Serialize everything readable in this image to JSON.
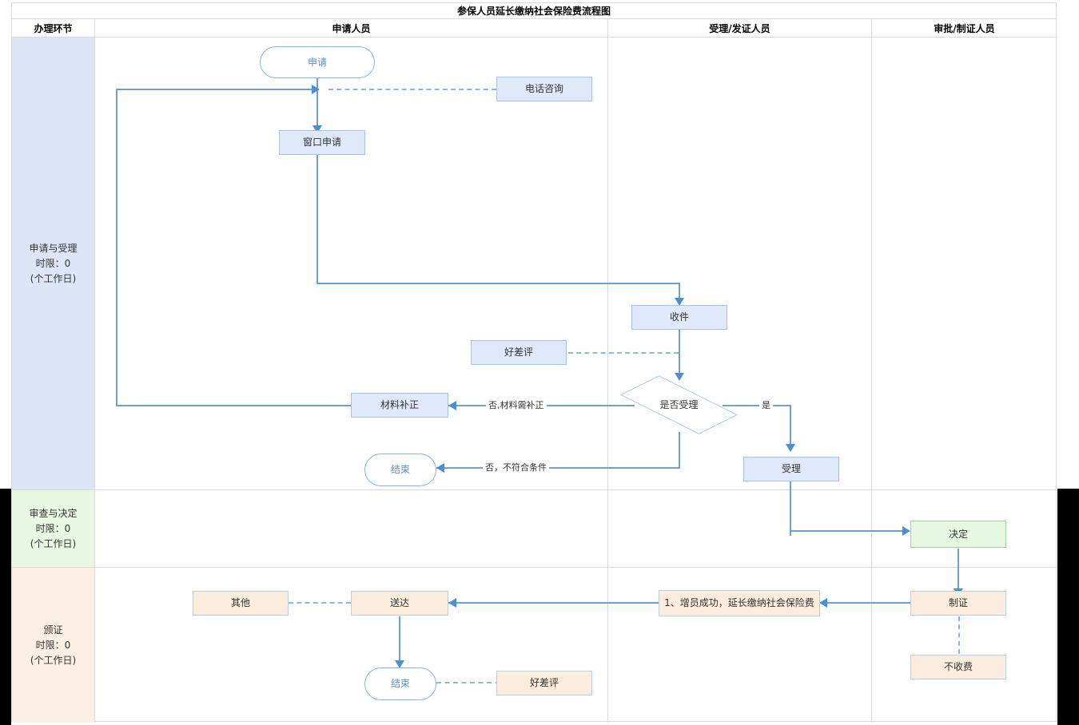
{
  "title": "参保人员延长缴纳社会保险费流程图",
  "columns": [
    {
      "key": "stage",
      "label": "办理环节"
    },
    {
      "key": "apply",
      "label": "申请人员"
    },
    {
      "key": "accept",
      "label": "受理/发证人员"
    },
    {
      "key": "approve",
      "label": "审批/制证人员"
    }
  ],
  "stages": [
    {
      "name": "申请与受理",
      "limit": "时限：0",
      "unit": "(个工作日)",
      "color": "#dde6f7"
    },
    {
      "name": "审查与决定",
      "limit": "时限：0",
      "unit": "(个工作日)",
      "color": "#e7f7e2"
    },
    {
      "name": "颁证",
      "limit": "时限：0",
      "unit": "(个工作日)",
      "color": "#fcefe3"
    }
  ],
  "nodes": {
    "start": "申请",
    "phone": "电话咨询",
    "window": "窗口申请",
    "receive": "收件",
    "rating_top": "好差评",
    "decide_accept": "是否受理",
    "fix_material": "材料补正",
    "end_top": "结束",
    "accept": "受理",
    "decision": "决定",
    "other": "其他",
    "deliver": "送达",
    "result_note": "1、增员成功，延长缴纳社会保险费",
    "make_cert": "制证",
    "no_fee": "不收费",
    "end_bottom": "结束",
    "rating_bottom": "好差评"
  },
  "edge_labels": {
    "no_fix": "否,材料需补正",
    "no_cond": "否，不符合条件",
    "yes": "是"
  },
  "colors": {
    "node_blue_fill": "#dfe9fa",
    "node_blue_border": "#a3c2e8",
    "node_peach_fill": "#fcecde",
    "node_green_fill": "#e6f7e2",
    "connector": "#6f9fd0",
    "arrow": "#4a8fd0",
    "terminal_text": "#5b8fc9",
    "grid": "#d9d9d9"
  }
}
